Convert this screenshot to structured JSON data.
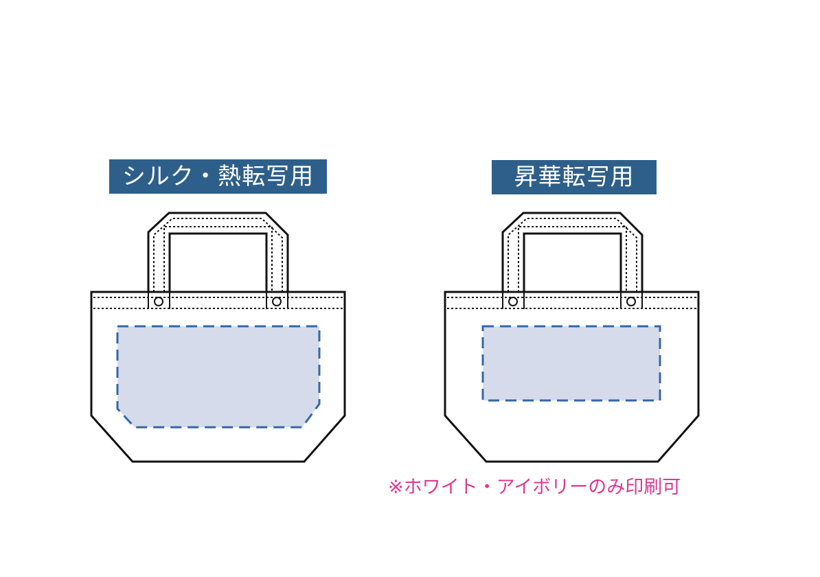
{
  "colors": {
    "label_bg": "#2e5f8a",
    "label_text": "#ffffff",
    "outline": "#111111",
    "print_area_fill": "#d5dbea",
    "print_area_dash": "#3567a5",
    "note_text": "#e0398f",
    "background": "#ffffff"
  },
  "bags": [
    {
      "label": "シルク・熱転写用",
      "print_area_shape": "octagon-bottom-chamfer"
    },
    {
      "label": "昇華転写用",
      "print_area_shape": "rectangle"
    }
  ],
  "note": "※ホワイト・アイボリーのみ印刷可"
}
